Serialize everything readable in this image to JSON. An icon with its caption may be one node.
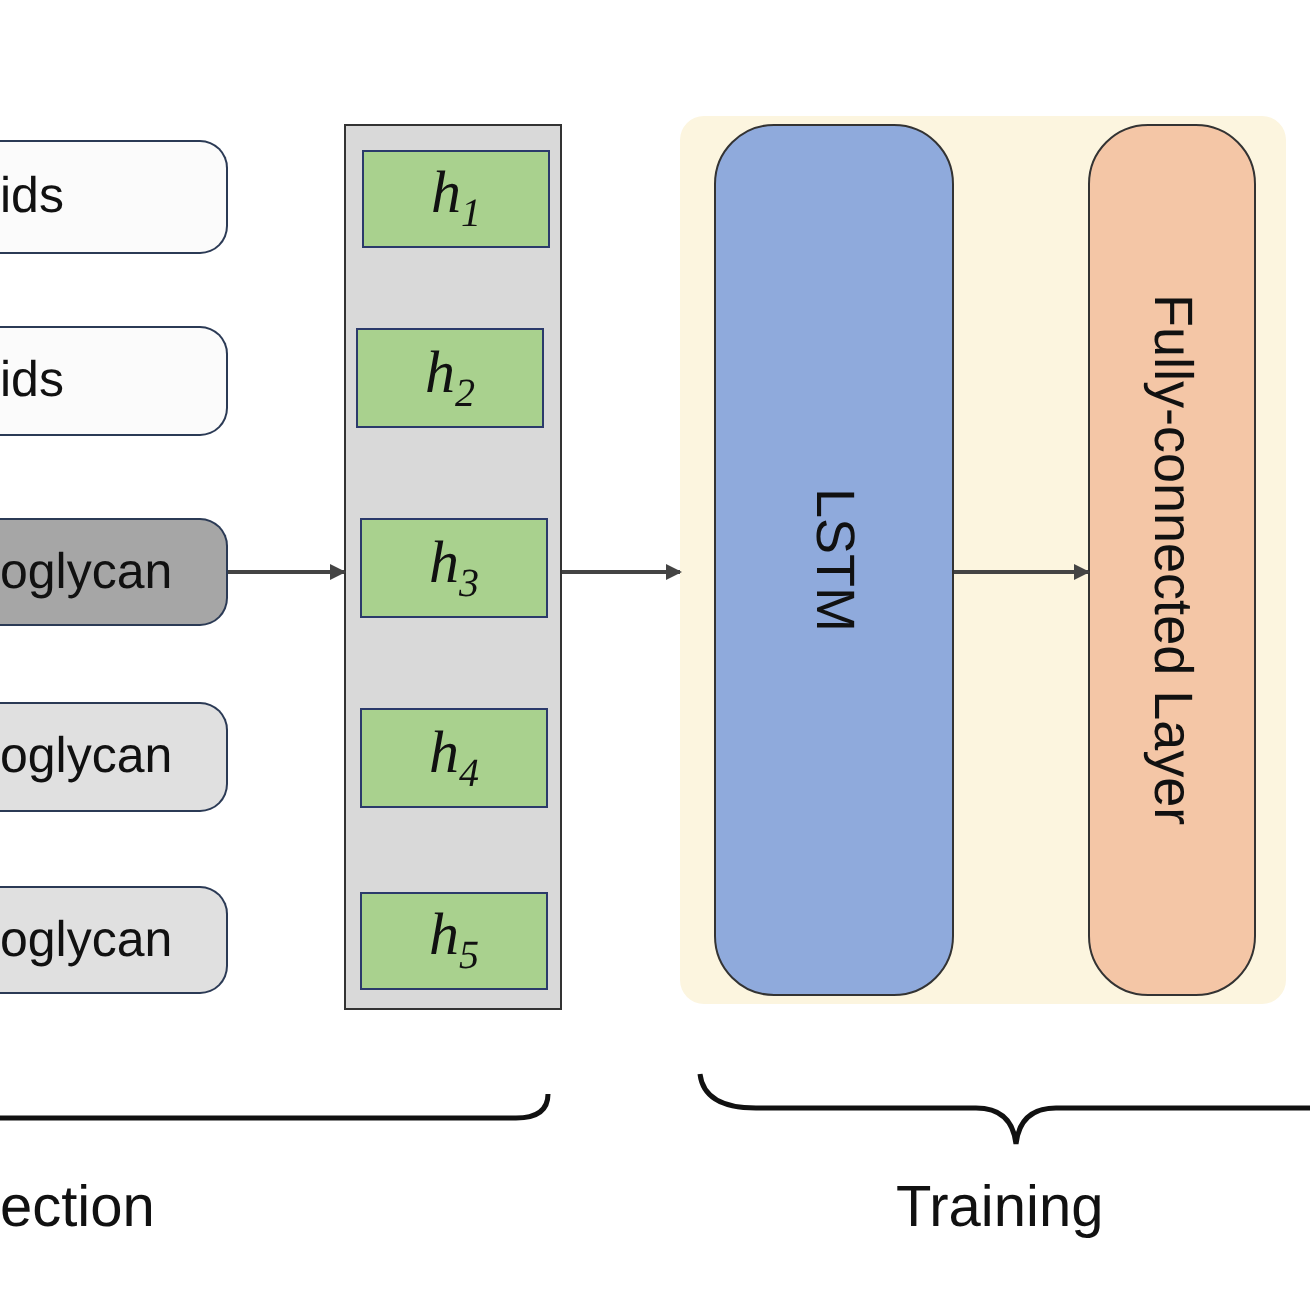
{
  "diagram": {
    "nodes": [
      {
        "text": [
          "ids"
        ]
      },
      {
        "text": [
          "ids"
        ]
      },
      {
        "text": [
          "oglycan"
        ]
      },
      {
        "text": [
          "oglycan"
        ]
      },
      {
        "text": [
          "oglycan"
        ]
      },
      {
        "text": [],
        "shape": "box"
      },
      {
        "text": [
          "h$_{1}$"
        ],
        "in": 5
      },
      {
        "text": [
          "h$_{2}$"
        ],
        "in": 5
      },
      {
        "text": [
          "h$_{3}$"
        ],
        "in": 5
      },
      {
        "text": [
          "h$_{4}$"
        ],
        "in": 5
      },
      {
        "text": [
          "h$_{5}$"
        ],
        "in": 5
      },
      {
        "text": [],
        "shape": "box"
      },
      {
        "text": [
          "LSTM"
        ],
        "in": 11
      },
      {
        "text": [
          "Fully-connected Layer"
        ],
        "in": 11
      }
    ],
    "edges": [
      {
        "from": 2,
        "to": 5,
        "arrow": "to"
      },
      {
        "from": 5,
        "to": 11,
        "arrow": "to"
      },
      {
        "from": 12,
        "to": 13,
        "arrow": "to"
      }
    ],
    "labels": [
      "ection",
      "Training"
    ]
  }
}
